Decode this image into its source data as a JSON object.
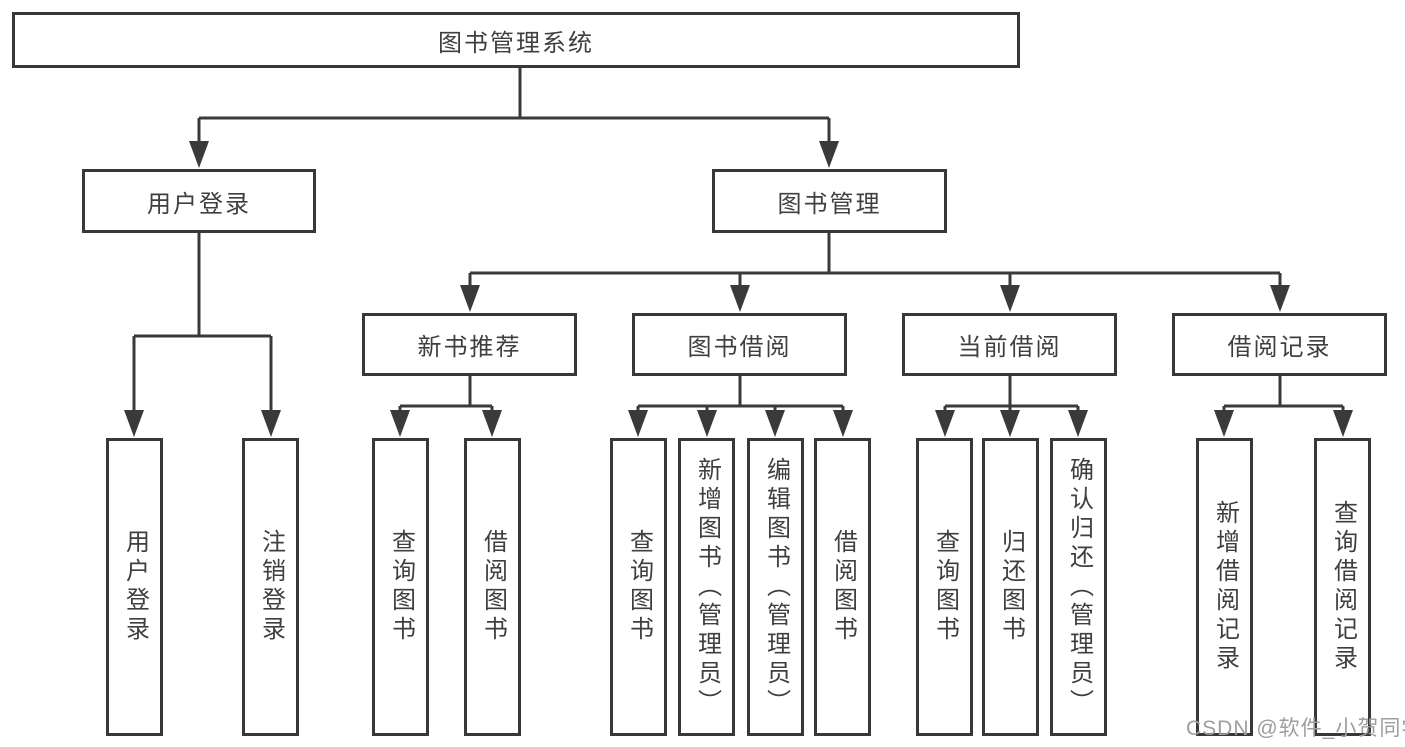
{
  "diagram": {
    "title": "图书管理系统",
    "tree": {
      "root": {
        "label": "图书管理系统"
      },
      "branches": [
        {
          "label": "用户登录",
          "children": [
            {
              "label": "用户登录"
            },
            {
              "label": "注销登录"
            }
          ]
        },
        {
          "label": "图书管理",
          "children": [
            {
              "label": "新书推荐",
              "children": [
                {
                  "label": "查询图书"
                },
                {
                  "label": "借阅图书"
                }
              ]
            },
            {
              "label": "图书借阅",
              "children": [
                {
                  "label": "查询图书"
                },
                {
                  "label": "新增图书（管理员）"
                },
                {
                  "label": "编辑图书（管理员）"
                },
                {
                  "label": "借阅图书"
                }
              ]
            },
            {
              "label": "当前借阅",
              "children": [
                {
                  "label": "查询图书"
                },
                {
                  "label": "归还图书"
                },
                {
                  "label": "确认归还（管理员）"
                }
              ]
            },
            {
              "label": "借阅记录",
              "children": [
                {
                  "label": "新增借阅记录"
                },
                {
                  "label": "查询借阅记录"
                }
              ]
            }
          ]
        }
      ]
    },
    "colors": {
      "line": "#3a3a3a",
      "box_border": "#383838",
      "text": "#3f3f3f",
      "background": "#ffffff",
      "watermark": "#9e9e9e"
    }
  },
  "watermark": {
    "text": "CSDN @软件_小贺同学"
  }
}
